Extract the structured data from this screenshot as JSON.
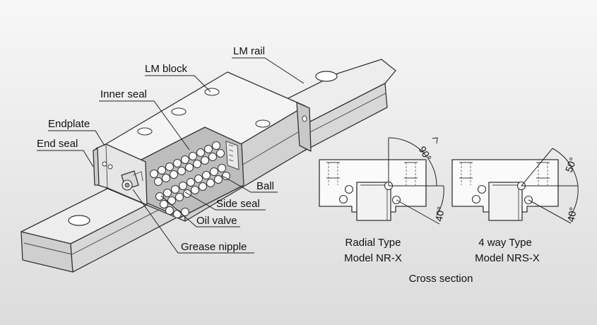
{
  "labels": {
    "lm_rail": "LM rail",
    "lm_block": "LM block",
    "inner_seal": "Inner seal",
    "endplate": "Endplate",
    "end_seal": "End seal",
    "ball": "Ball",
    "side_seal": "Side seal",
    "oil_valve": "Oil valve",
    "grease_nipple": "Grease nipple"
  },
  "cross_sections": {
    "radial": {
      "type_label": "Radial Type",
      "model_label": "Model NR-X",
      "angle_upper": "90°",
      "angle_lower": "40°"
    },
    "four_way": {
      "type_label": "4 way Type",
      "model_label": "Model NRS-X",
      "angle_upper": "50°",
      "angle_lower": "40°"
    },
    "caption": "Cross section"
  }
}
